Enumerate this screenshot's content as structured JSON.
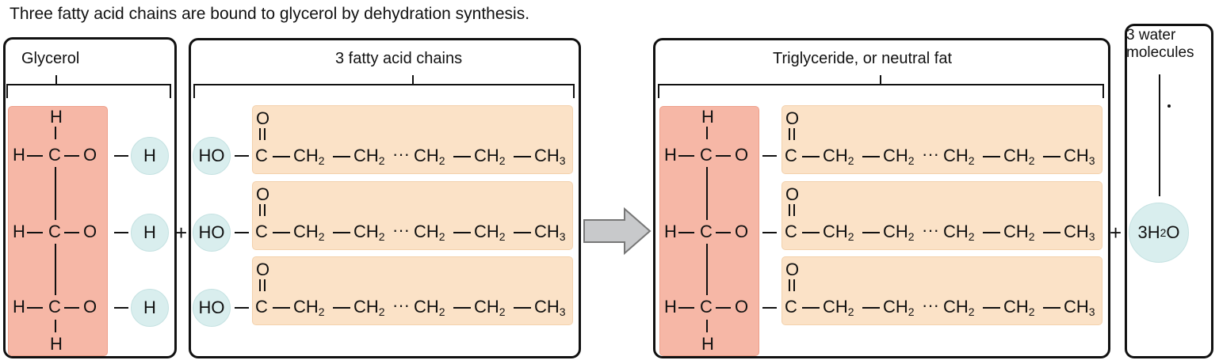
{
  "title": "Three fatty acid chains are bound to glycerol by dehydration synthesis.",
  "reactants": {
    "glycerol": {
      "label": "Glycerol",
      "atoms": {
        "H": "H",
        "C": "C",
        "O": "O"
      },
      "hydroxyl_h": "H"
    },
    "fatty_acids": {
      "label": "3 fatty acid chains",
      "hydroxyl": "HO",
      "carbonyl_o": "O",
      "chain": {
        "c": "C",
        "ch2": "CH",
        "ch2_sub": "2",
        "ch3": "CH",
        "ch3_sub": "3",
        "ellipsis": "···"
      }
    },
    "plus": "+"
  },
  "arrow": {
    "direction": "right",
    "color": "#c8c9cb",
    "stroke": "#777777"
  },
  "products": {
    "triglyceride": {
      "label": "Triglyceride, or neutral fat"
    },
    "water": {
      "label_line1": "3 water",
      "label_line2": "molecules",
      "formula_prefix": "3H",
      "formula_sub": "2",
      "formula_suffix": "O"
    },
    "plus": "+"
  },
  "colors": {
    "glycerol_fill": "#f6b7a6",
    "fatty_acid_fill": "#fbe2c7",
    "circle_fill": "#d9eeee",
    "outline": "#111111"
  }
}
